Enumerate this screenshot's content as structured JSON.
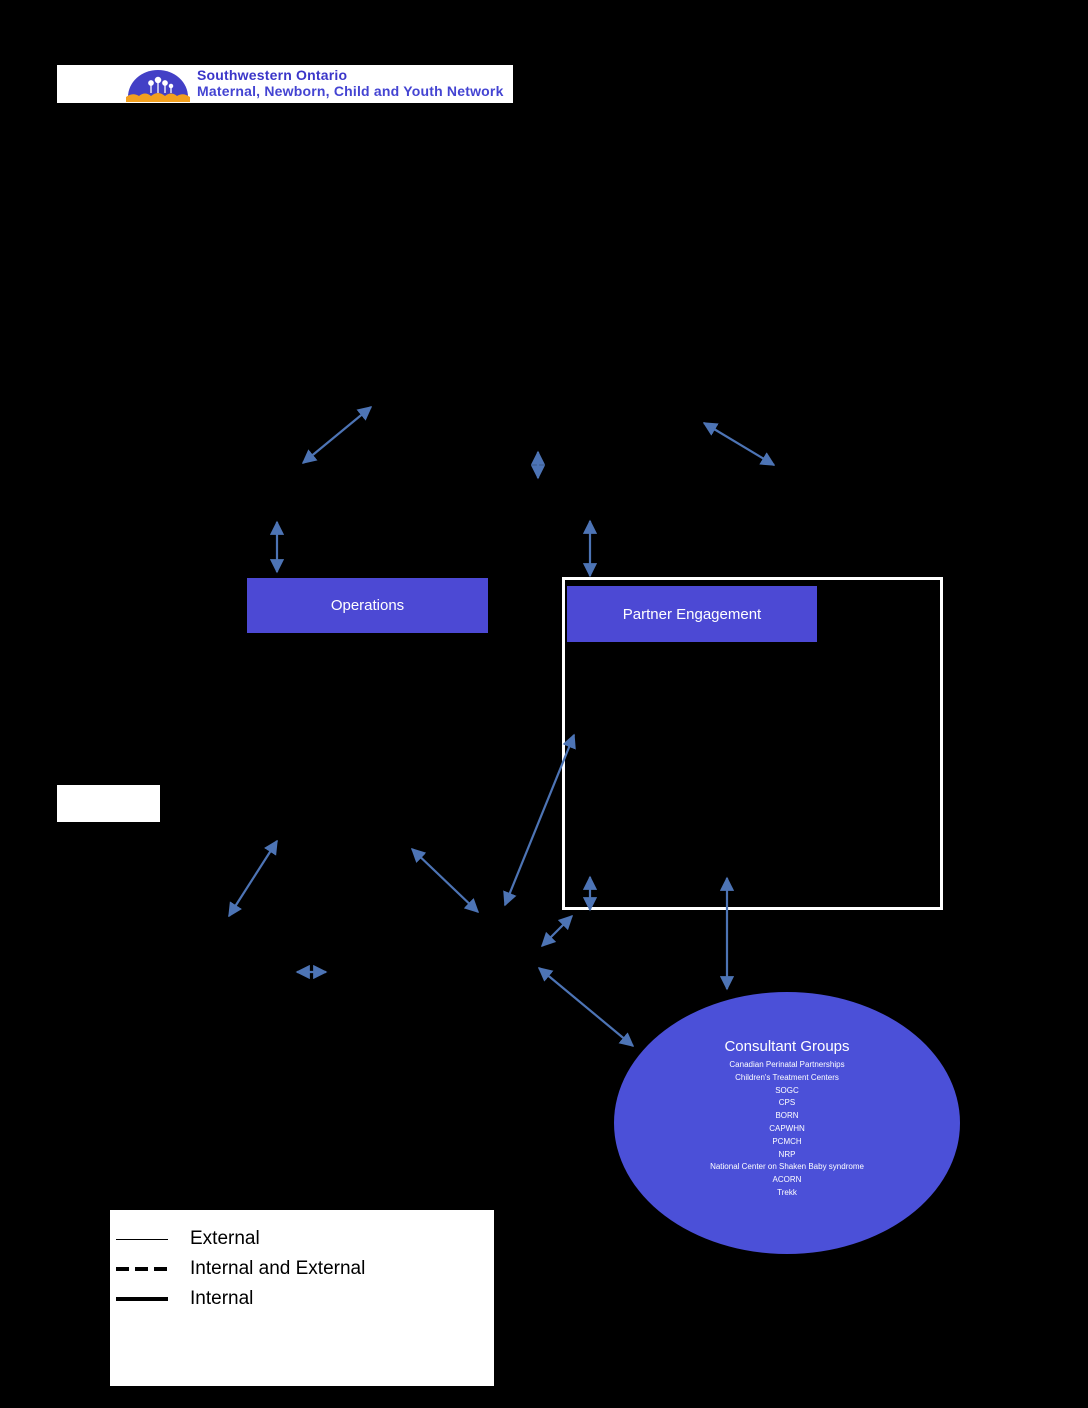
{
  "logo": {
    "title": "Southwestern Ontario",
    "subtitle": "Maternal, Newborn, Child and Youth Network",
    "text_color": "#3b36c9"
  },
  "boxes": {
    "operations": {
      "label": "Operations",
      "fill": "#4c49d4"
    },
    "partner_engagement": {
      "label": "Partner Engagement",
      "fill": "#4c49d4"
    }
  },
  "consultant_groups": {
    "title": "Consultant Groups",
    "fill": "#4b50d8",
    "members": [
      "Canadian Perinatal Partnerships",
      "Children's Treatment Centers",
      "SOGC",
      "CPS",
      "BORN",
      "CAPWHN",
      "PCMCH",
      "NRP",
      "National Center on Shaken Baby syndrome",
      "ACORN",
      "Trekk"
    ]
  },
  "legend": {
    "items": [
      {
        "label": "External",
        "style": "thin"
      },
      {
        "label": "Internal and External",
        "style": "dashed"
      },
      {
        "label": "Internal",
        "style": "solid"
      }
    ]
  },
  "colors": {
    "background": "#000000",
    "arrow": "#4d74b5",
    "outline": "#ffffff"
  }
}
